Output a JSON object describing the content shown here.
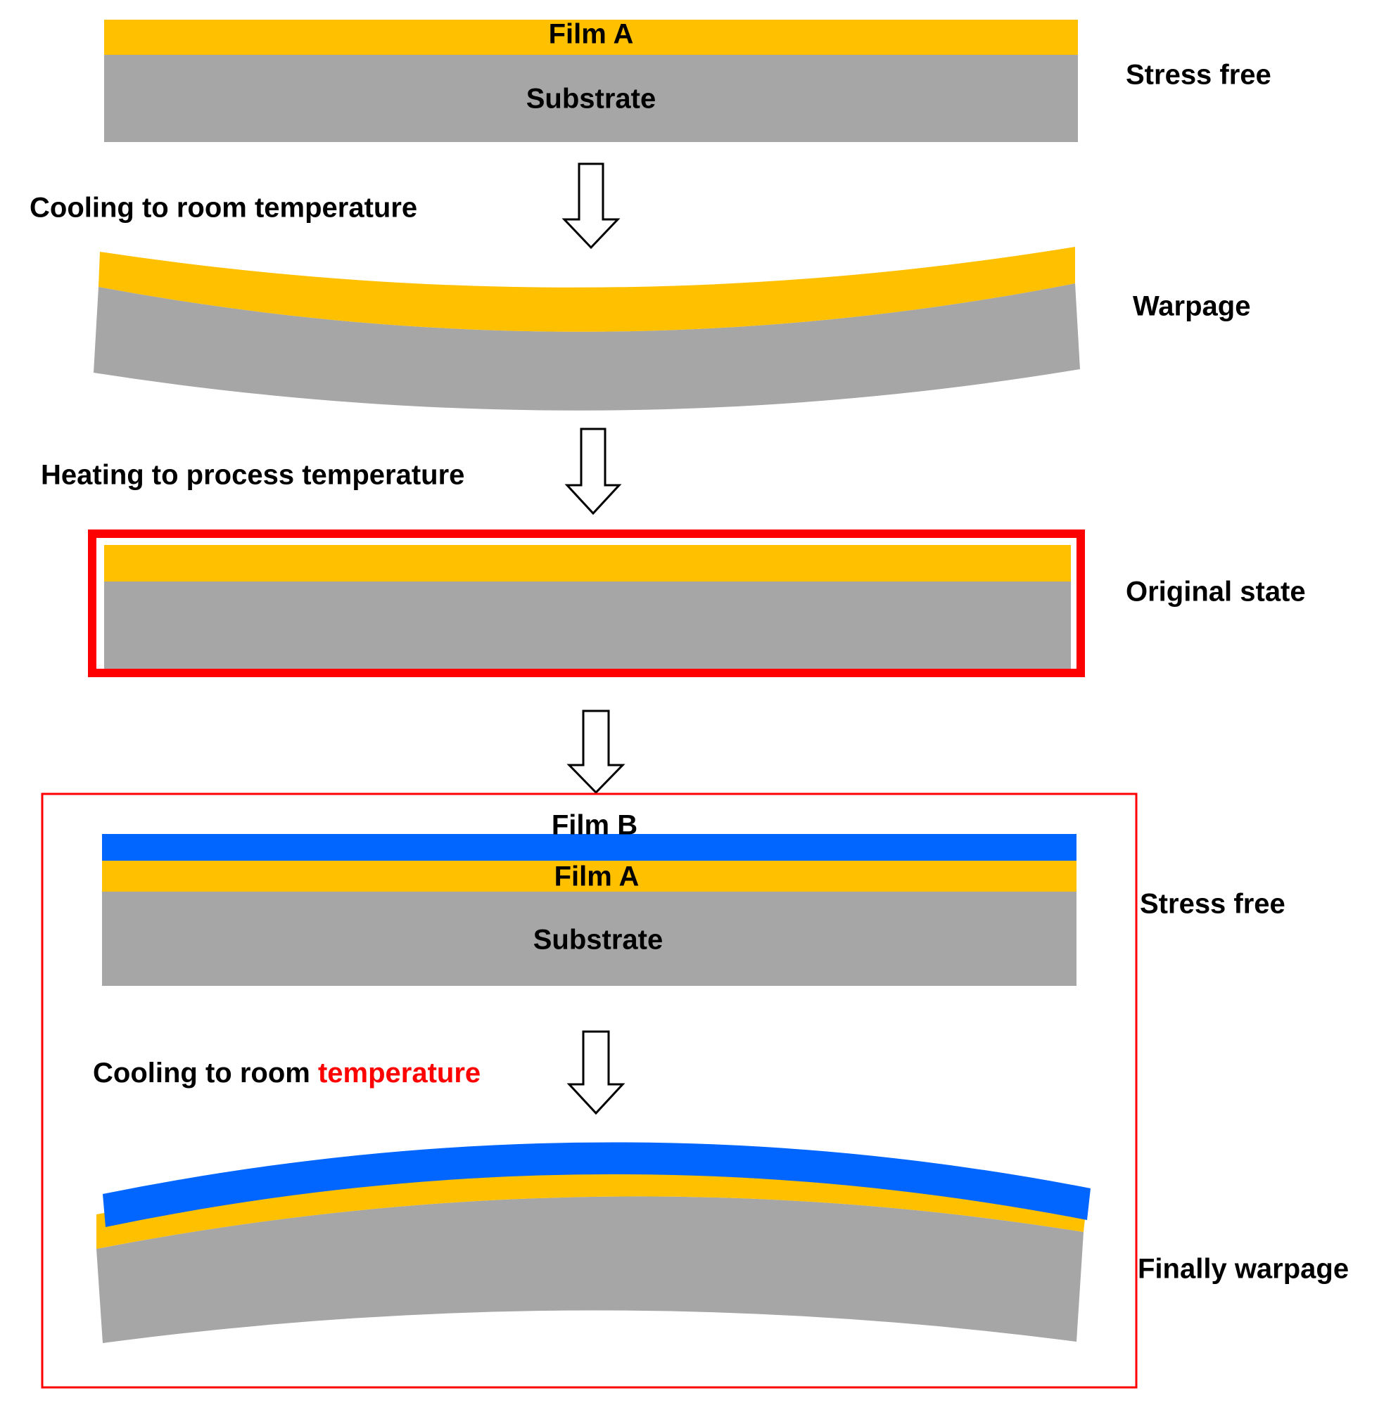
{
  "colors": {
    "film_a": "#FFC000",
    "film_b": "#0066FF",
    "substrate": "#A6A6A6",
    "highlight": "#FF0000",
    "text": "#000000",
    "arrow_stroke": "#000000",
    "arrow_fill": "#FFFFFF"
  },
  "stage1": {
    "film_label": "Film A",
    "substrate_label": "Substrate",
    "state_label": "Stress  free"
  },
  "step1": {
    "label": "Cooling to  room  temperature"
  },
  "stage2": {
    "state_label": "Warpage"
  },
  "step2": {
    "label": "Heating to  process  temperature"
  },
  "stage3": {
    "state_label": "Original state"
  },
  "stage4": {
    "film_b_label": "Film B",
    "film_a_label": "Film A",
    "substrate_label": "Substrate",
    "state_label": "Stress  free"
  },
  "step4": {
    "label_prefix": "Cooling to  room ",
    "label_highlight": "temperature"
  },
  "stage5": {
    "state_label": "Finally warpage"
  }
}
